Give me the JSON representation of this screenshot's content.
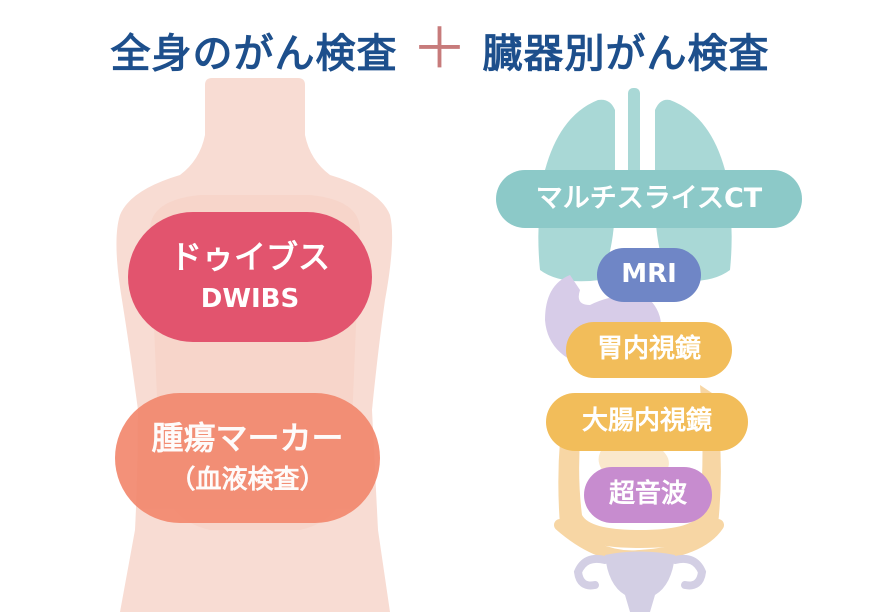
{
  "headline": {
    "left": "全身のがん検査",
    "plus": "＋",
    "right": "臓器別がん検査"
  },
  "whole_body": {
    "dwibs": {
      "line1": "ドゥイブス",
      "line2": "DWIBS"
    },
    "marker": {
      "line1": "腫瘍マーカー",
      "line2": "（血液検査）"
    }
  },
  "organs": {
    "ct": "マルチスライスCT",
    "mri": "MRI",
    "gastroscope": "胃内視鏡",
    "colonoscope": "大腸内視鏡",
    "ultrasound": "超音波"
  },
  "colors": {
    "title": "#1d4f8c",
    "plus": "#c77b7b",
    "dwibs": "#e2546e",
    "marker": "#f2886e",
    "ct": "#8cc9c8",
    "mri": "#6f86c6",
    "gastro": "#f2bd5a",
    "ultrasound": "#c78ccf"
  }
}
